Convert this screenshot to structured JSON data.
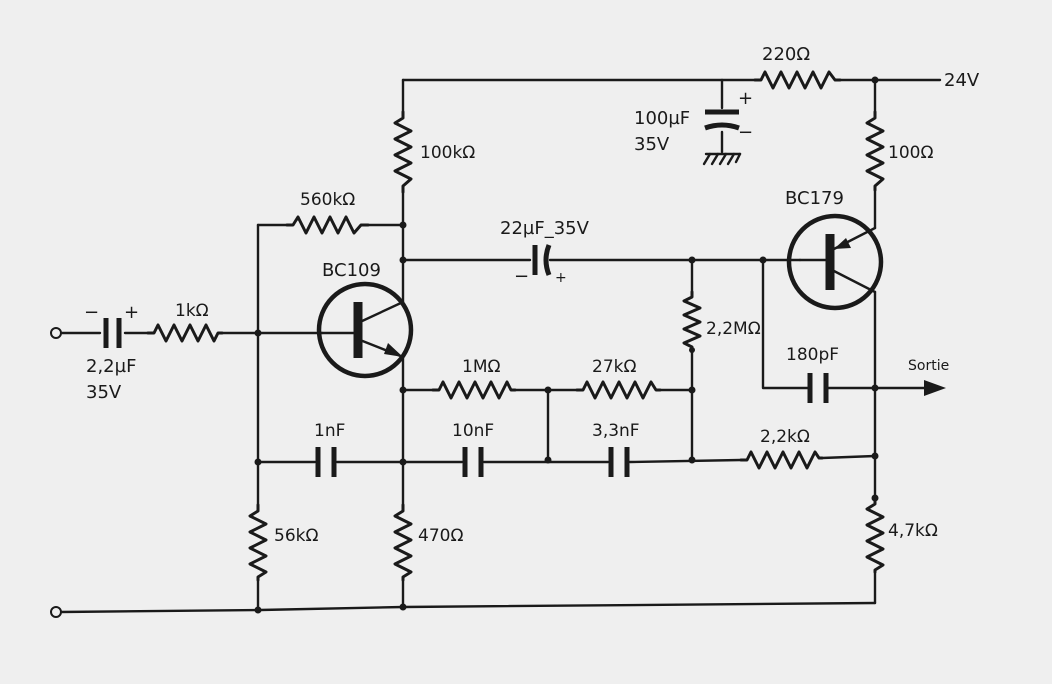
{
  "labels": {
    "vcc": "24V",
    "r_220": "220Ω",
    "c_100u": "100µF",
    "c_100u_v": "35V",
    "r_100k": "100kΩ",
    "r_100": "100Ω",
    "r_560k": "560kΩ",
    "q1": "BC109",
    "q2": "BC179",
    "c_22u_mid": "22µF_35V",
    "c_in_val": "2,2µF",
    "c_in_v": "35V",
    "r_1k": "1kΩ",
    "r_2m2": "2,2MΩ",
    "c_180p": "180pF",
    "out": "Sortie",
    "r_1m": "1MΩ",
    "r_27k": "27kΩ",
    "c_1n": "1nF",
    "c_10n": "10nF",
    "c_3n3": "3,3nF",
    "r_2k2": "2,2kΩ",
    "r_56k": "56kΩ",
    "r_470": "470Ω",
    "r_4k7": "4,7kΩ",
    "minus": "−",
    "plus": "+"
  }
}
